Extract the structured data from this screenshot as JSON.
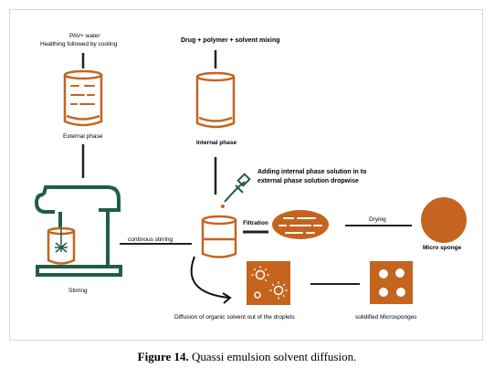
{
  "labels": {
    "pav_water": "PAV+ water",
    "heating": "Healthing followed by cooling",
    "external_phase": "External phase",
    "drug_polymer": "Drug + polymer + solvent mixing",
    "internal_phase": "Internal phase",
    "adding_line1": "Adding internal phase solution in to",
    "adding_line2": "external phase solution dropwise",
    "continous_stirring": "continous stirring",
    "filtration": "Filtration",
    "drying": "Drying",
    "micro_sponge": "Micro sponge",
    "stirring": "Stirring",
    "diffusion": "Diffusion of organic solvent out of the droplets",
    "solidified": "solidified Microsponges"
  },
  "caption": {
    "figure": "Figure 14.",
    "text": " Quassi emulsion solvent diffusion."
  },
  "colors": {
    "orange": "#c4641f",
    "green": "#1f5e44",
    "line": "#222222"
  },
  "icons": [
    "beaker-icon",
    "stand-mixer-icon",
    "dropper-icon",
    "curved-arrow-icon"
  ]
}
